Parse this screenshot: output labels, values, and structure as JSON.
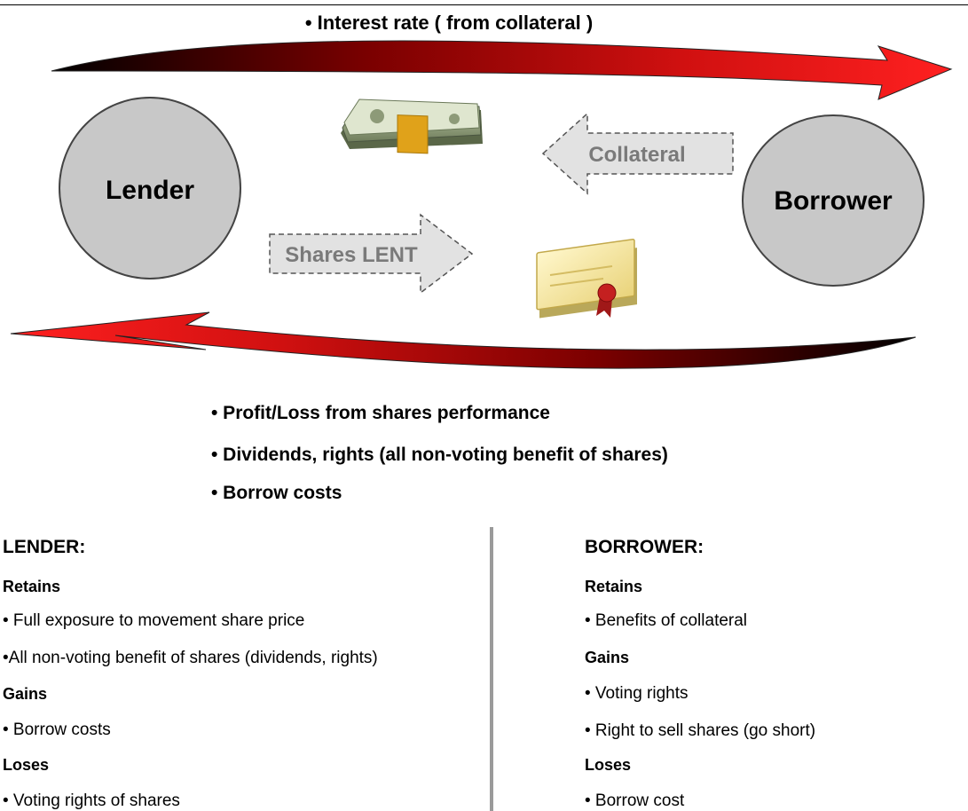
{
  "flows": {
    "top": "• Interest rate ( from collateral )",
    "collateral": "Collateral",
    "shares_lent": "Shares LENT",
    "bottom": [
      "• Profit/Loss from shares performance",
      "• Dividends, rights (all non-voting benefit of shares)",
      "• Borrow costs"
    ]
  },
  "parties": {
    "lender": "Lender",
    "borrower": "Borrower"
  },
  "icons": {
    "money": "money-stack-icon",
    "certificate": "certificate-icon"
  },
  "colors": {
    "arrow_red": "#e01010",
    "arrow_dark": "#1a0000",
    "circle_fill": "#c8c8c8",
    "block_arrow_fill": "#e2e2e2"
  },
  "lender": {
    "title": "LENDER:",
    "retains_heading": "Retains",
    "retains": [
      "• Full exposure to movement share price",
      "•All non-voting benefit of shares (dividends, rights)"
    ],
    "gains_heading": "Gains",
    "gains": [
      "• Borrow costs"
    ],
    "loses_heading": "Loses",
    "loses": [
      "• Voting rights of shares"
    ]
  },
  "borrower": {
    "title": "BORROWER:",
    "retains_heading": "Retains",
    "retains": [
      "• Benefits of collateral"
    ],
    "gains_heading": "Gains",
    "gains": [
      "• Voting rights",
      "• Right to sell shares (go short)"
    ],
    "loses_heading": "Loses",
    "loses": [
      "• Borrow cost"
    ]
  }
}
